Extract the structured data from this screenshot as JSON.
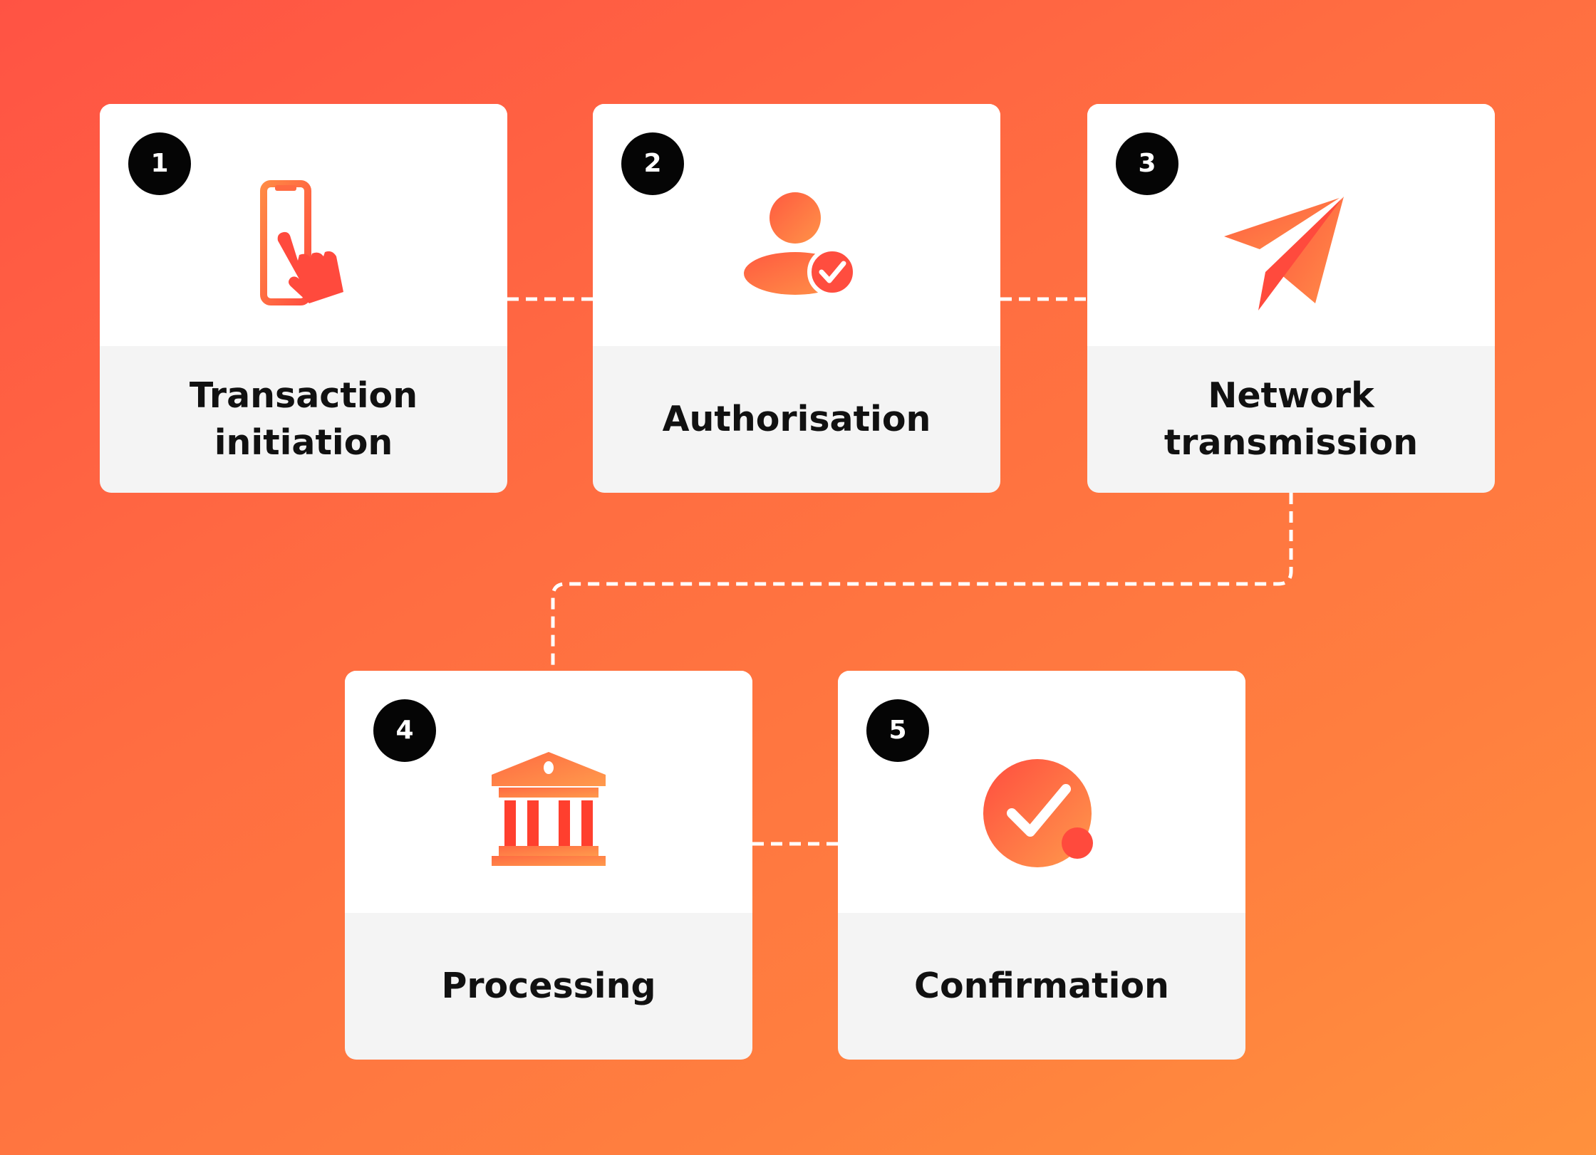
{
  "steps": [
    {
      "number": "1",
      "label": "Transaction\ninitiation",
      "icon": "phone-tap-icon"
    },
    {
      "number": "2",
      "label": "Authorisation",
      "icon": "user-verified-icon"
    },
    {
      "number": "3",
      "label": "Network\ntransmission",
      "icon": "paper-plane-icon"
    },
    {
      "number": "4",
      "label": "Processing",
      "icon": "bank-icon"
    },
    {
      "number": "5",
      "label": "Confirmation",
      "icon": "check-circle-icon"
    }
  ],
  "colors": {
    "background_start": "#ff5344",
    "background_end": "#ff913d",
    "badge": "#050505",
    "icon_red": "#ff4d3f",
    "icon_orange": "#ff8a45",
    "connector": "#ffffff"
  }
}
